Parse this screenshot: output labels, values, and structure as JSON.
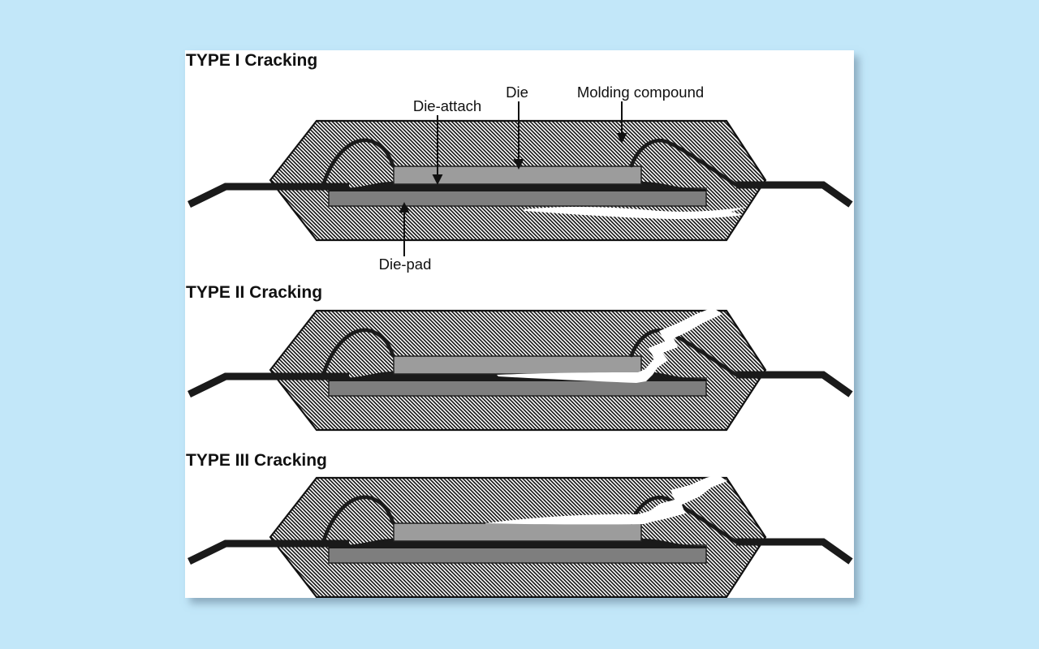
{
  "page": {
    "background_color": "#c2e7f9"
  },
  "panel": {
    "background_color": "#ffffff"
  },
  "figures": [
    {
      "title": "TYPE I Cracking",
      "labels": {
        "die_attach": "Die-attach",
        "die": "Die",
        "molding_compound": "Molding compound",
        "die_pad": "Die-pad"
      }
    },
    {
      "title": "TYPE II Cracking"
    },
    {
      "title": "TYPE III Cracking"
    }
  ],
  "colors": {
    "page_background": "#c2e7f9",
    "panel_background": "#ffffff",
    "outline": "#111111",
    "text": "#111111",
    "die": "#9c9c9c",
    "die_pad": "#7e7e7e",
    "die_attach": "#1a1a1a",
    "lead_and_wire": "#1a1a1a",
    "crack": "#ffffff",
    "molding_hatch_line": "#111111",
    "molding_background": "#ffffff"
  }
}
